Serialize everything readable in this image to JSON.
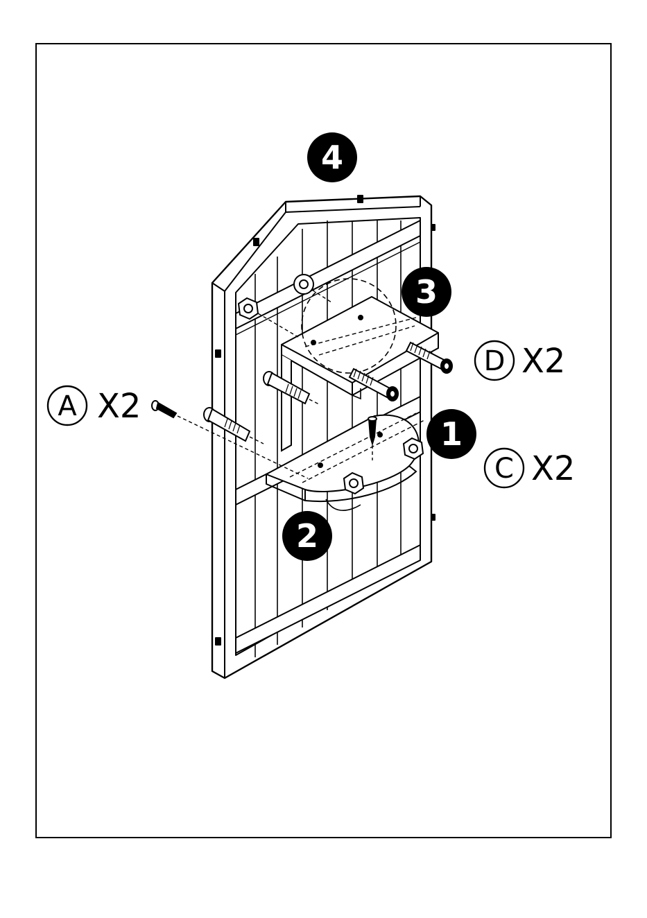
{
  "steps": [
    "1",
    "2",
    "3",
    "4"
  ],
  "parts": [
    {
      "letter": "A",
      "qty": "X2"
    },
    {
      "letter": "C",
      "qty": "X2"
    },
    {
      "letter": "D",
      "qty": "X2"
    }
  ],
  "colors": {
    "ink": "#000000",
    "paper": "#ffffff",
    "fill": "#f4f4f4"
  }
}
